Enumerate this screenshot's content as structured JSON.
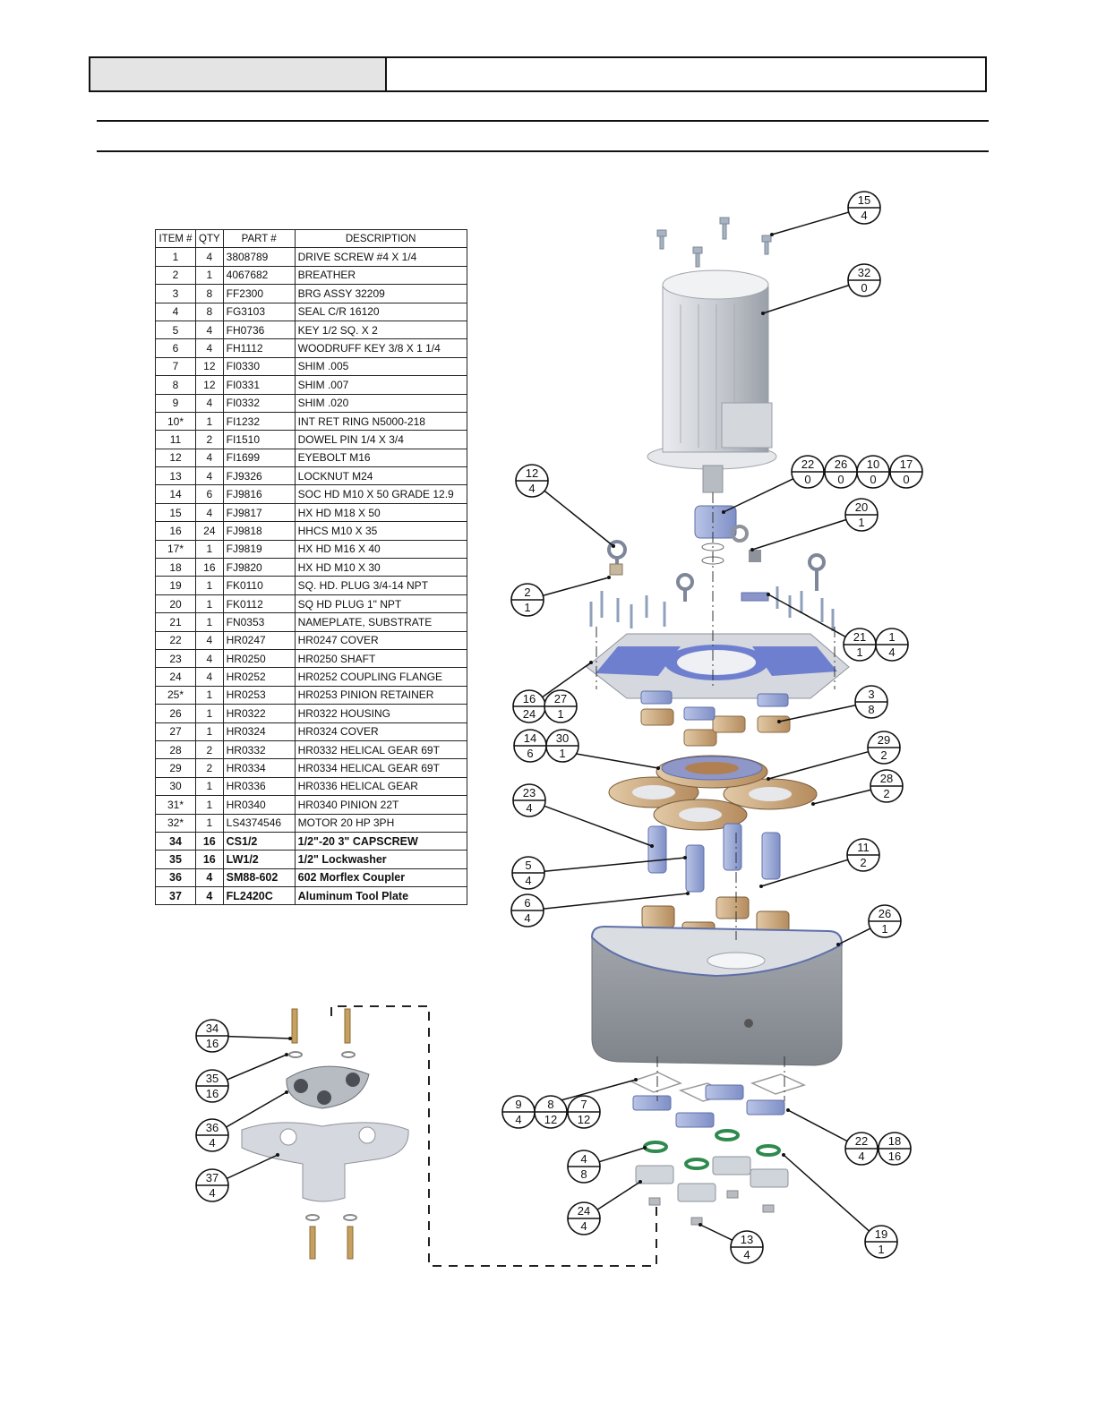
{
  "parts_table": {
    "headers": [
      "ITEM #",
      "QTY",
      "PART #",
      "DESCRIPTION"
    ],
    "rows": [
      [
        "1",
        "4",
        "3808789",
        "DRIVE SCREW #4 X 1/4"
      ],
      [
        "2",
        "1",
        "4067682",
        "BREATHER"
      ],
      [
        "3",
        "8",
        "FF2300",
        "BRG ASSY 32209"
      ],
      [
        "4",
        "8",
        "FG3103",
        "SEAL C/R 16120"
      ],
      [
        "5",
        "4",
        "FH0736",
        "KEY 1/2 SQ. X 2"
      ],
      [
        "6",
        "4",
        "FH1112",
        "WOODRUFF KEY 3/8 X 1 1/4"
      ],
      [
        "7",
        "12",
        "FI0330",
        "SHIM .005"
      ],
      [
        "8",
        "12",
        "FI0331",
        "SHIM .007"
      ],
      [
        "9",
        "4",
        "FI0332",
        "SHIM .020"
      ],
      [
        "10*",
        "1",
        "FI1232",
        "INT RET RING N5000-218"
      ],
      [
        "11",
        "2",
        "FI1510",
        "DOWEL PIN 1/4 X 3/4"
      ],
      [
        "12",
        "4",
        "FI1699",
        "EYEBOLT M16"
      ],
      [
        "13",
        "4",
        "FJ9326",
        "LOCKNUT M24"
      ],
      [
        "14",
        "6",
        "FJ9816",
        "SOC HD M10 X 50 GRADE 12.9"
      ],
      [
        "15",
        "4",
        "FJ9817",
        "HX HD M18 X 50"
      ],
      [
        "16",
        "24",
        "FJ9818",
        "HHCS M10 X 35"
      ],
      [
        "17*",
        "1",
        "FJ9819",
        "HX HD M16 X 40"
      ],
      [
        "18",
        "16",
        "FJ9820",
        "HX HD M10 X 30"
      ],
      [
        "19",
        "1",
        "FK0110",
        "SQ. HD. PLUG 3/4-14 NPT"
      ],
      [
        "20",
        "1",
        "FK0112",
        "SQ HD PLUG 1\" NPT"
      ],
      [
        "21",
        "1",
        "FN0353",
        "NAMEPLATE, SUBSTRATE"
      ],
      [
        "22",
        "4",
        "HR0247",
        "HR0247 COVER"
      ],
      [
        "23",
        "4",
        "HR0250",
        "HR0250 SHAFT"
      ],
      [
        "24",
        "4",
        "HR0252",
        "HR0252 COUPLING FLANGE"
      ],
      [
        "25*",
        "1",
        "HR0253",
        "HR0253 PINION RETAINER"
      ],
      [
        "26",
        "1",
        "HR0322",
        "HR0322 HOUSING"
      ],
      [
        "27",
        "1",
        "HR0324",
        "HR0324 COVER"
      ],
      [
        "28",
        "2",
        "HR0332",
        "HR0332 HELICAL GEAR 69T"
      ],
      [
        "29",
        "2",
        "HR0334",
        "HR0334 HELICAL GEAR 69T"
      ],
      [
        "30",
        "1",
        "HR0336",
        "HR0336 HELICAL GEAR"
      ],
      [
        "31*",
        "1",
        "HR0340",
        "HR0340 PINION 22T"
      ],
      [
        "32*",
        "1",
        "LS4374546",
        "MOTOR 20 HP 3PH"
      ],
      [
        "34",
        "16",
        "CS1/2",
        "1/2\"-20 3\" CAPSCREW"
      ],
      [
        "35",
        "16",
        "LW1/2",
        "1/2\" Lockwasher"
      ],
      [
        "36",
        "4",
        "SM88-602",
        "602 Morflex Coupler"
      ],
      [
        "37",
        "4",
        "FL2420C",
        "Aluminum Tool Plate"
      ]
    ]
  },
  "callouts": [
    {
      "item": "15",
      "qty": "4"
    },
    {
      "item": "32",
      "qty": "0"
    },
    {
      "item": "22",
      "qty": "0"
    },
    {
      "item": "26",
      "qty": "0"
    },
    {
      "item": "10",
      "qty": "0"
    },
    {
      "item": "17",
      "qty": "0"
    },
    {
      "item": "12",
      "qty": "4"
    },
    {
      "item": "20",
      "qty": "1"
    },
    {
      "item": "2",
      "qty": "1"
    },
    {
      "item": "21",
      "qty": "1"
    },
    {
      "item": "1",
      "qty": "4"
    },
    {
      "item": "16",
      "qty": "24"
    },
    {
      "item": "27",
      "qty": "1"
    },
    {
      "item": "3",
      "qty": "8"
    },
    {
      "item": "14",
      "qty": "6"
    },
    {
      "item": "30",
      "qty": "1"
    },
    {
      "item": "29",
      "qty": "2"
    },
    {
      "item": "23",
      "qty": "4"
    },
    {
      "item": "28",
      "qty": "2"
    },
    {
      "item": "5",
      "qty": "4"
    },
    {
      "item": "11",
      "qty": "2"
    },
    {
      "item": "6",
      "qty": "4"
    },
    {
      "item": "26",
      "qty": "1"
    },
    {
      "item": "9",
      "qty": "4"
    },
    {
      "item": "8",
      "qty": "12"
    },
    {
      "item": "7",
      "qty": "12"
    },
    {
      "item": "22",
      "qty": "4"
    },
    {
      "item": "18",
      "qty": "16"
    },
    {
      "item": "4",
      "qty": "8"
    },
    {
      "item": "24",
      "qty": "4"
    },
    {
      "item": "19",
      "qty": "1"
    },
    {
      "item": "13",
      "qty": "4"
    },
    {
      "item": "34",
      "qty": "16"
    },
    {
      "item": "35",
      "qty": "16"
    },
    {
      "item": "36",
      "qty": "4"
    },
    {
      "item": "37",
      "qty": "4"
    }
  ],
  "colors": {
    "gasket_blue": "#6f7fd0",
    "metal_gray": "#c9ccd3",
    "dark_gray": "#8e939b",
    "bronze": "#c7a27a",
    "seal_green": "#2e8a4f",
    "line": "#111111"
  }
}
